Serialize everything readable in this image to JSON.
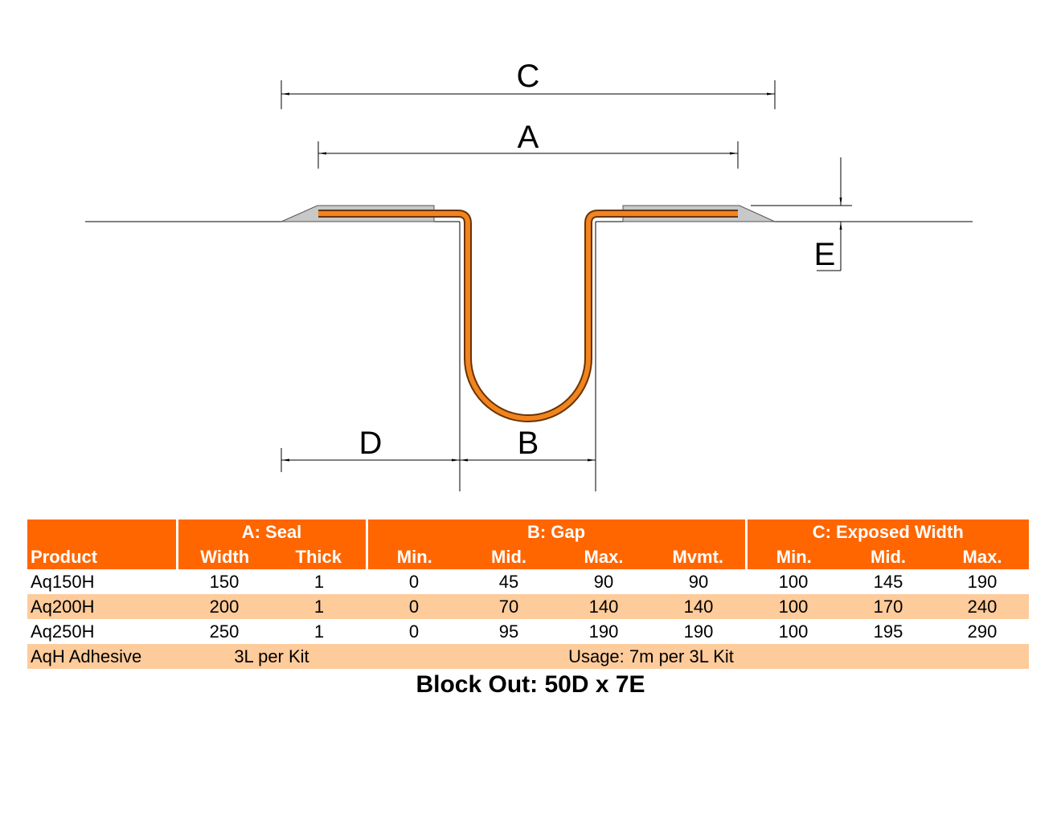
{
  "diagram": {
    "labels": {
      "c": "C",
      "a": "A",
      "e": "E",
      "d": "D",
      "b": "B"
    },
    "colors": {
      "seal": "#f0841e",
      "seal_outline": "#6b3200",
      "adhesive": "#c8c8c8",
      "line": "#000000"
    }
  },
  "table": {
    "header_groups": {
      "seal": "A: Seal",
      "gap": "B: Gap",
      "exposed": "C: Exposed Width"
    },
    "columns": [
      "Product",
      "Width",
      "Thick",
      "Min.",
      "Mid.",
      "Max.",
      "Mvmt.",
      "Min.",
      "Mid.",
      "Max."
    ],
    "rows": [
      [
        "Aq150H",
        "150",
        "1",
        "0",
        "45",
        "90",
        "90",
        "100",
        "145",
        "190"
      ],
      [
        "Aq200H",
        "200",
        "1",
        "0",
        "70",
        "140",
        "140",
        "100",
        "170",
        "240"
      ],
      [
        "Aq250H",
        "250",
        "1",
        "0",
        "95",
        "190",
        "190",
        "100",
        "195",
        "290"
      ]
    ],
    "adhesive": {
      "product": "AqH Adhesive",
      "quantity": "3L per Kit",
      "usage": "Usage: 7m per 3L Kit"
    },
    "colors": {
      "header": "#ff6600",
      "alt_row": "#fecb9b"
    }
  },
  "footer": {
    "block_out": "Block Out: 50D x 7E"
  }
}
